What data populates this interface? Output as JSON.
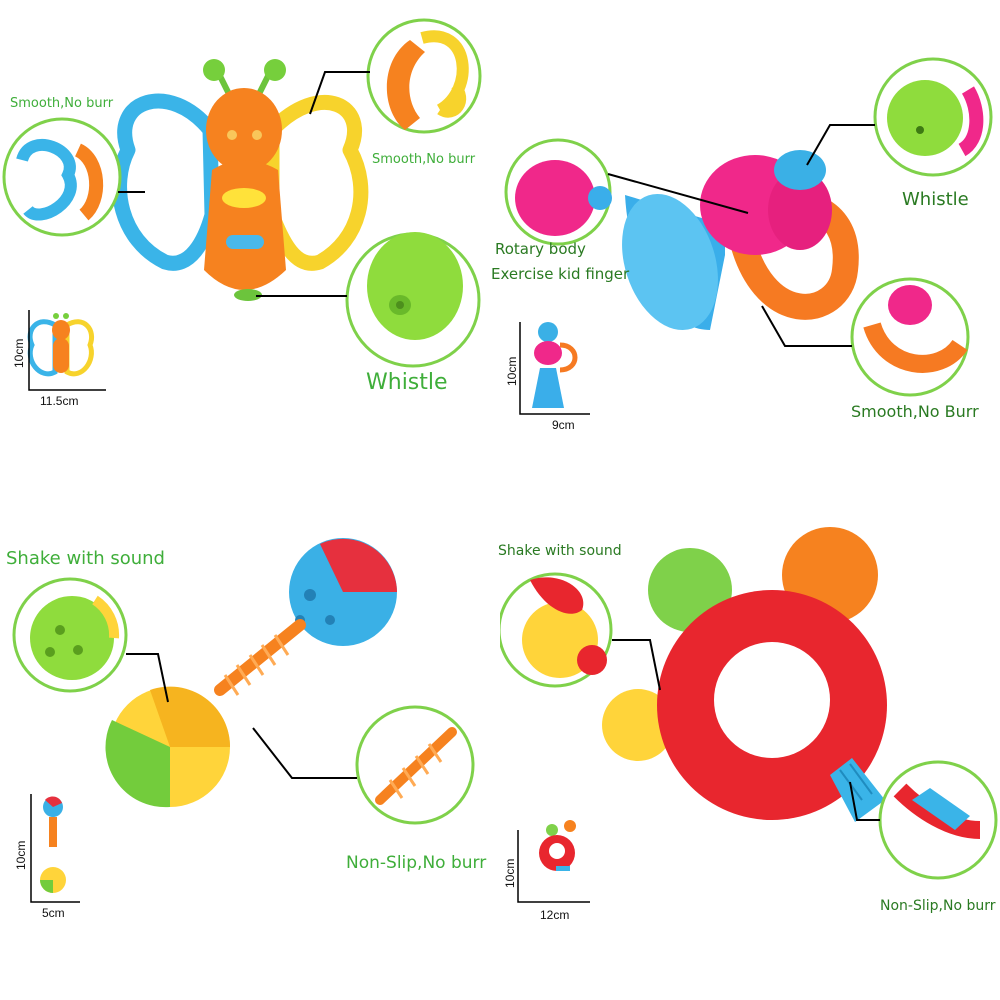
{
  "butterfly": {
    "label_smooth_left": "Smooth,No burr",
    "label_smooth_right": "Smooth,No burr",
    "label_whistle": "Whistle",
    "dim_height": "10cm",
    "dim_width": "11.5cm"
  },
  "trumpet": {
    "label_whistle": "Whistle",
    "label_rotary_line1": "Rotary body",
    "label_rotary_line2": "Exercise kid finger",
    "label_smooth": "Smooth,No Burr",
    "dim_height": "10cm",
    "dim_width": "9cm"
  },
  "dumbbell": {
    "label_shake": "Shake with sound",
    "label_nonslip": "Non-Slip,No burr",
    "dim_height": "10cm",
    "dim_width": "5cm"
  },
  "ring": {
    "label_shake": "Shake with sound",
    "label_nonslip": "Non-Slip,No burr",
    "dim_height": "10cm",
    "dim_width": "12cm"
  },
  "colors": {
    "label_green": "#3fae3a",
    "circle_border": "#7fd14a",
    "leader_line": "#000000"
  }
}
